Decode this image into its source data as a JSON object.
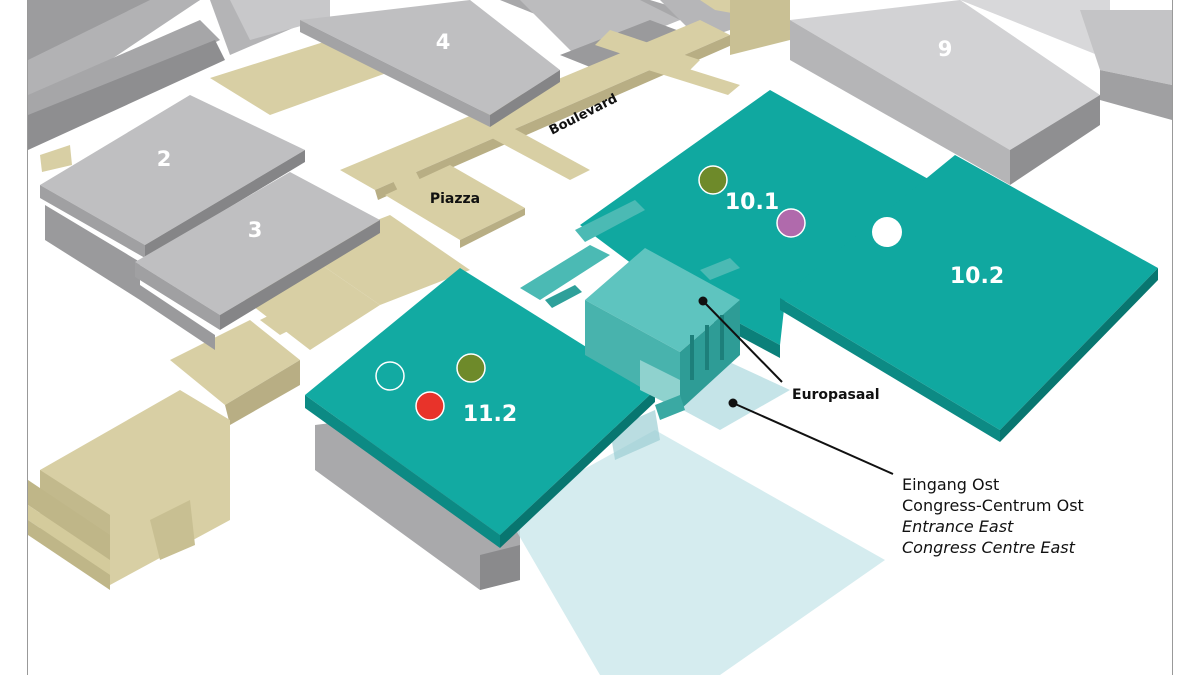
{
  "halls": {
    "h2": "2",
    "h3": "3",
    "h4": "4",
    "h9": "9",
    "h10_1": "10.1",
    "h10_2": "10.2",
    "h11_2": "11.2"
  },
  "areas": {
    "piazza": "Piazza",
    "boulevard": "Boulevard"
  },
  "callouts": {
    "europasaal": "Europasaal",
    "eingang_ost": "Eingang Ost",
    "congress_centrum_ost": "Congress-Centrum Ost",
    "entrance_east": "Entrance East",
    "congress_centre_east": "Congress Centre East"
  },
  "colors": {
    "hall_teal": "#10a8a0",
    "walkway": "#d8cfa4",
    "grey_hall": "#bfbfc1",
    "marker_olive": "#6e8a2a",
    "marker_purple": "#b06aac",
    "marker_red": "#e8332a",
    "marker_white": "#ffffff"
  }
}
